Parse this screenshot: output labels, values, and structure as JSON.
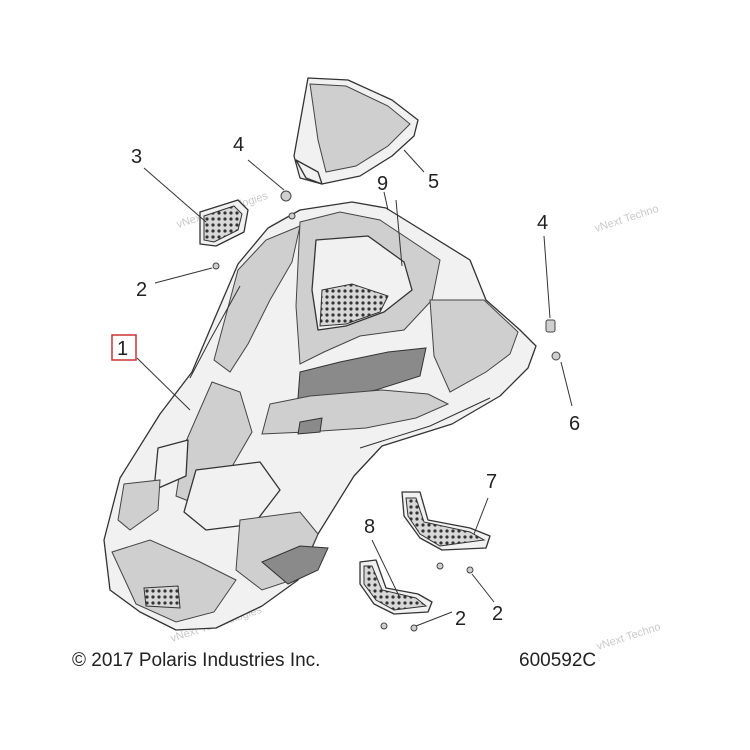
{
  "diagram": {
    "callouts": {
      "c1": "1",
      "c2a": "2",
      "c2b": "2",
      "c2c": "2",
      "c3": "3",
      "c4a": "4",
      "c4b": "4",
      "c5": "5",
      "c6": "6",
      "c7": "7",
      "c8": "8",
      "c9": "9"
    },
    "watermark": {
      "brand": "vNext Technologies",
      "brand_short": "vNext Techno"
    },
    "copyright": "© 2017 Polaris Industries Inc.",
    "drawing_number": "600592C",
    "highlight_color": "#cc3333"
  }
}
